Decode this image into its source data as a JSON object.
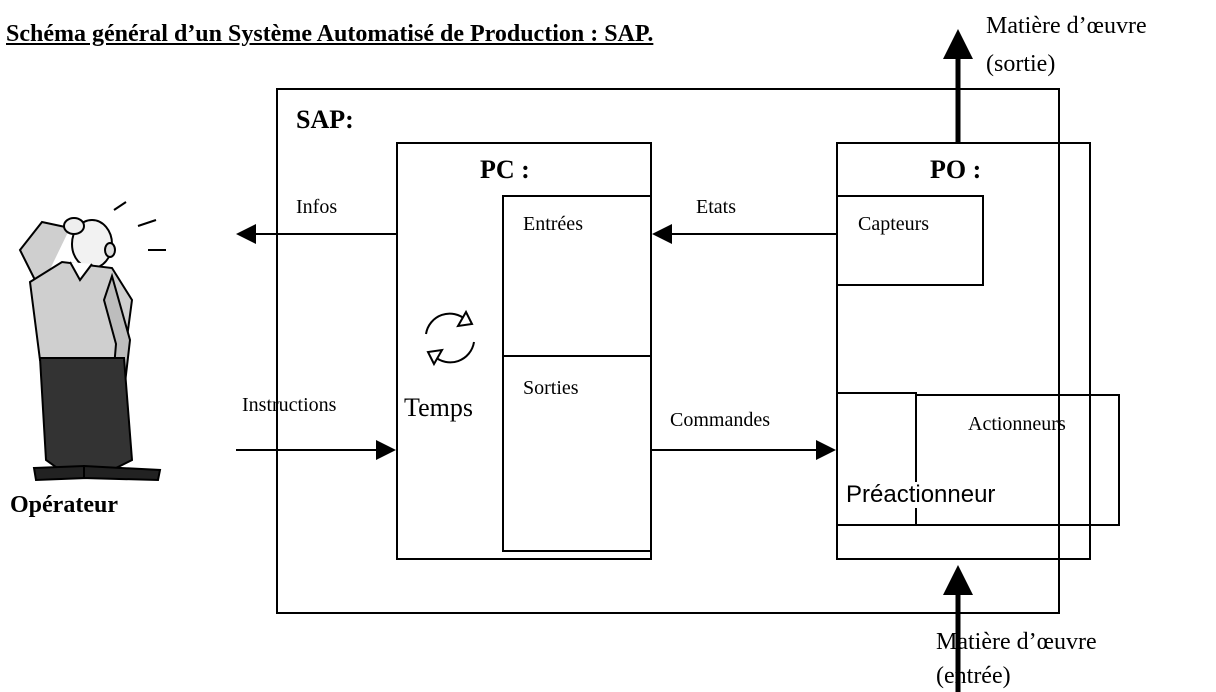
{
  "title": "Schéma général d’un Système Automatisé de Production : SAP.",
  "title_period": ".",
  "sap_label": "SAP:",
  "pc": {
    "label": "PC :",
    "entrees": "Entrées",
    "sorties": "Sorties",
    "temps": "Temps"
  },
  "po": {
    "label": "PO :",
    "capteurs": "Capteurs",
    "actionneurs": "Actionneurs",
    "preactionneur": "Préactionneur"
  },
  "signals": {
    "infos": "Infos",
    "instructions": "Instructions",
    "etats": "Etats",
    "commandes": "Commandes"
  },
  "matter_out": {
    "line1": "Matière d’œuvre",
    "line2": "(sortie)"
  },
  "matter_in": {
    "line1": "Matière d’œuvre",
    "line2": "(entrée)"
  },
  "operator_label": "Opérateur",
  "icons": {
    "operator": "confused-operator-icon",
    "cycle": "cycle-arrows-icon"
  }
}
